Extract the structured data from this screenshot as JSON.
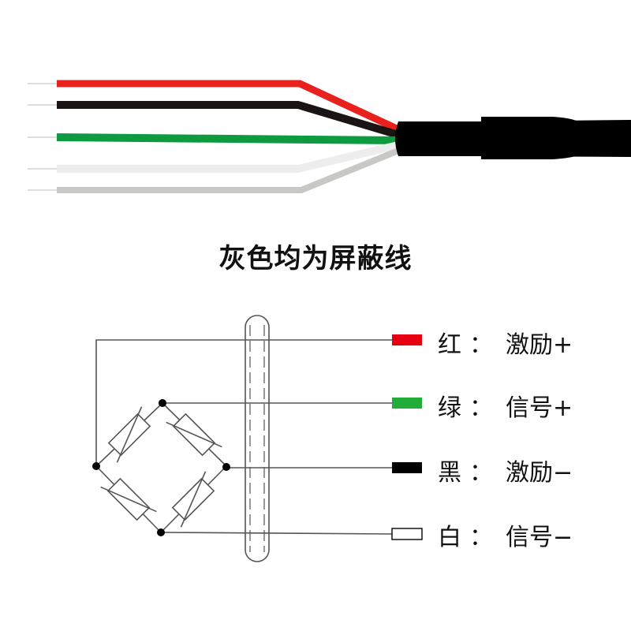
{
  "caption": "灰色均为屏蔽线",
  "wires": [
    {
      "id": "red",
      "color": "#e8201e"
    },
    {
      "id": "black",
      "color": "#1a1414"
    },
    {
      "id": "green",
      "color": "#0e9a3e"
    },
    {
      "id": "white",
      "color": "#ededed"
    },
    {
      "id": "gray",
      "color": "#c8c8c4"
    }
  ],
  "cable_color": "#000000",
  "line_color": "#555555",
  "legend": [
    {
      "color_name": "红",
      "colon": "：",
      "signal": "激励+",
      "swatch": "#e60012",
      "swatch_kind": "filled"
    },
    {
      "color_name": "绿",
      "colon": "：",
      "signal": "信号+",
      "swatch": "#22ac38",
      "swatch_kind": "filled"
    },
    {
      "color_name": "黑",
      "colon": "：",
      "signal": "激励−",
      "swatch": "#000000",
      "swatch_kind": "filled"
    },
    {
      "color_name": "白",
      "colon": "：",
      "signal": "信号−",
      "swatch": "#ffffff",
      "swatch_kind": "outline"
    }
  ]
}
